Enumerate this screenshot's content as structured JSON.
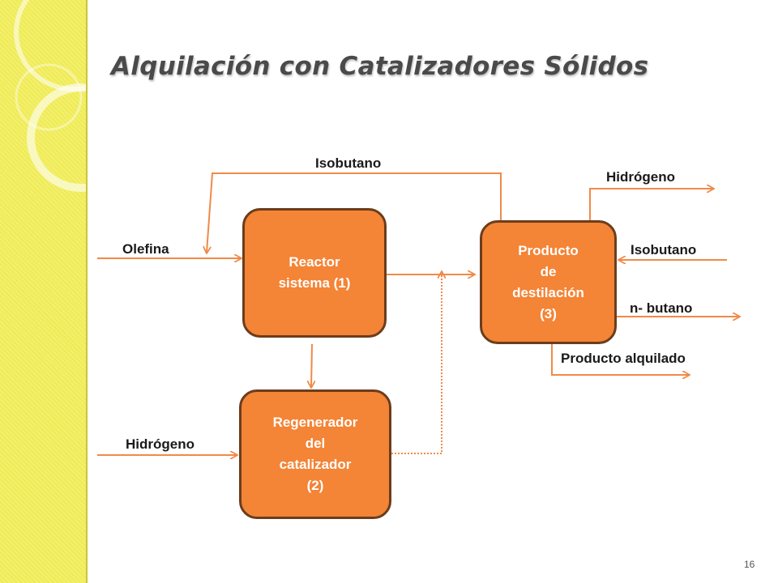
{
  "title": "Alquilación con Catalizadores Sólidos",
  "nodes": {
    "reactor": {
      "lines": [
        "Reactor",
        "sistema (1)"
      ]
    },
    "regenerador": {
      "lines": [
        "Regenerador",
        "del",
        "catalizador",
        "(2)"
      ]
    },
    "destilacion": {
      "lines": [
        "Producto",
        "de",
        "destilación",
        "(3)"
      ]
    }
  },
  "labels": {
    "isobutano_top": "Isobutano",
    "olefina": "Olefina",
    "hidrogeno_left": "Hidrógeno",
    "hidrogeno_right": "Hidrógeno",
    "isobutano_right": "Isobutano",
    "n_butano": "n- butano",
    "producto_alquilado": "Producto alquilado"
  },
  "page_number": "16",
  "colors": {
    "box_fill": "#f48436",
    "arrow": "#f08a48",
    "sidebar": "#f3f06a"
  }
}
